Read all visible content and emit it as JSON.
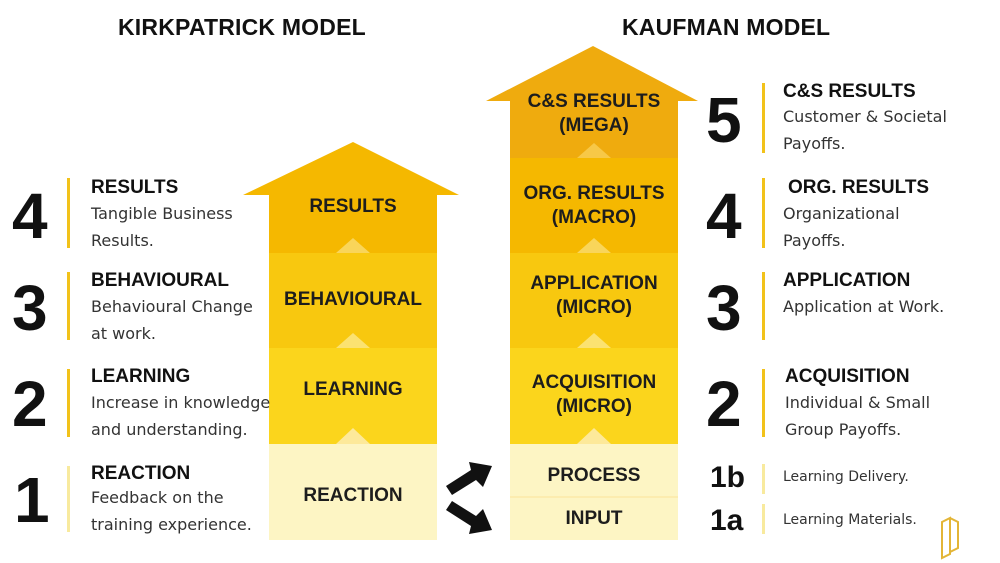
{
  "kirkpatrick": {
    "title": "KIRKPATRICK MODEL",
    "blocks": [
      "RESULTS",
      "BEHAVIOURAL",
      "LEARNING",
      "REACTION"
    ],
    "levels": [
      {
        "number": "4",
        "heading": "RESULTS",
        "desc": "Tangible Business\nResults."
      },
      {
        "number": "3",
        "heading": "BEHAVIOURAL",
        "desc": "Behavioural Change\nat work."
      },
      {
        "number": "2",
        "heading": "LEARNING",
        "desc": "Increase in knowledge\nand understanding."
      },
      {
        "number": "1",
        "heading": "REACTION",
        "desc": "Feedback on the\ntraining experience."
      }
    ]
  },
  "kaufman": {
    "title": "KAUFMAN MODEL",
    "blocks": [
      "C&S RESULTS\n(MEGA)",
      "ORG. RESULTS\n(MACRO)",
      "APPLICATION\n(MICRO)",
      "ACQUISITION\n(MICRO)",
      "PROCESS",
      "INPUT"
    ],
    "levels": [
      {
        "number": "5",
        "heading": "C&S RESULTS",
        "desc": "Customer & Societal\nPayoffs."
      },
      {
        "number": "4",
        "heading": "ORG. RESULTS",
        "desc": "Organizational\nPayoffs."
      },
      {
        "number": "3",
        "heading": "APPLICATION",
        "desc": "Application at Work."
      },
      {
        "number": "2",
        "heading": "ACQUISITION",
        "desc": "Individual & Small\nGroup Payoffs."
      },
      {
        "number": "1b",
        "desc": "Learning Delivery."
      },
      {
        "number": "1a",
        "desc": "Learning Materials."
      }
    ]
  },
  "colors": {
    "level1": "#fdf5c4",
    "level2": "#fbd51c",
    "level3": "#f8c80f",
    "level4": "#f5b800",
    "level5": "#efab0e",
    "accent_bar": "#f2c21a",
    "accent_bar_light": "#f8ea9e"
  },
  "icons": {
    "connector": "double-arrow-icon",
    "logo": "think-codex-logo"
  }
}
